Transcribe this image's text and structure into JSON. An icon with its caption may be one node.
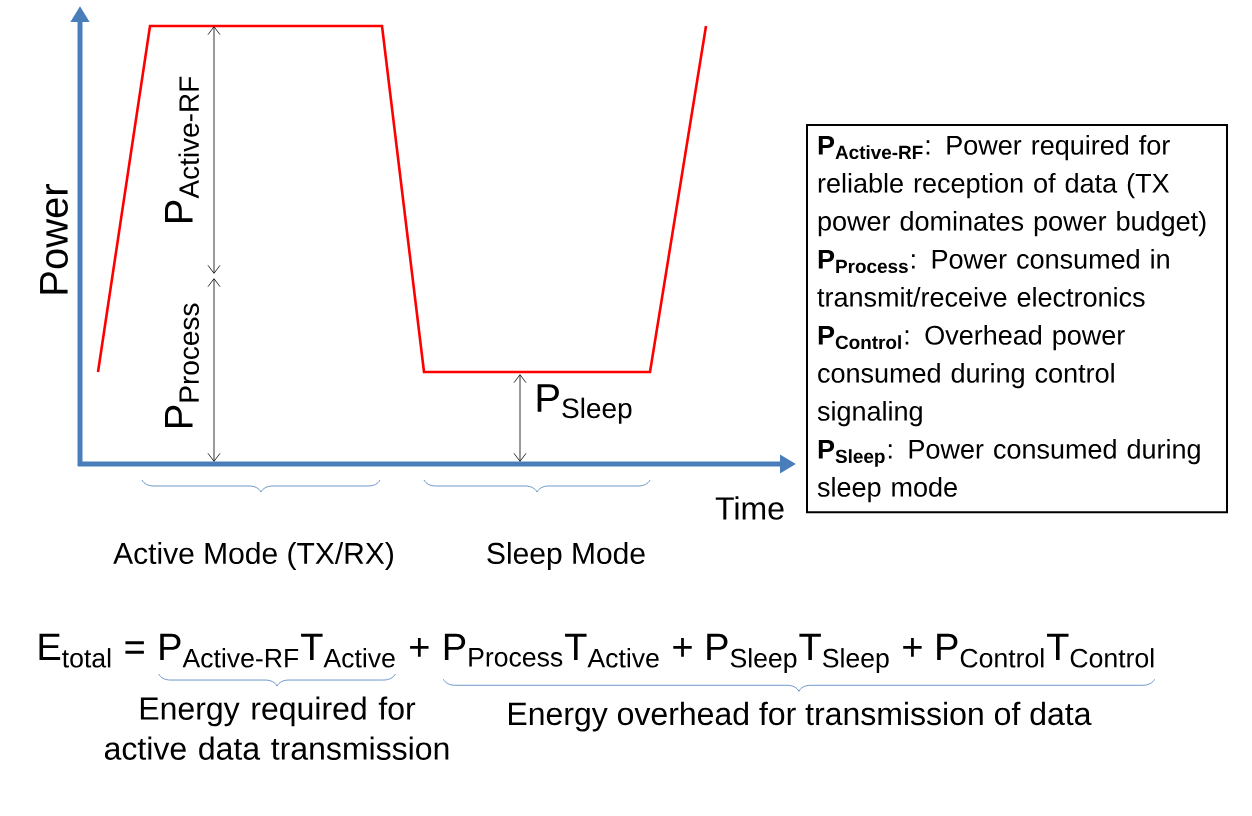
{
  "diagram": {
    "nodes": [
      {
        "text": [
          "**P$_{Active-RF}$**: Power required for reliable reception of data (TX power dominates power budget)",
          "**P$_{Process}$**: Power consumed in transmit/receive electronics",
          "**P$_{Control}$**: Overhead power consumed during control signaling",
          "**P$_{Sleep}$**: Power consumed during sleep mode"
        ]
      }
    ],
    "labels": [
      "Power",
      "P$_{Active-RF}$",
      "P$_{Process}$",
      "P$_{Sleep}$",
      "Time",
      "Active Mode (TX/RX)",
      "Sleep Mode",
      "\\text{E}_{\\text{total}}\\text{ = }",
      "\\text{P}_{\\text{Active-RF}}\\text{T}_{\\text{Active}}",
      "\\text{ + }",
      "\\text{P}_{\\text{Process}}\\text{T}_{\\text{Active}}\\text{ + P}_{\\text{Sleep}}\\text{T}_{\\text{Sleep}}\\text{ + P}_{\\text{Control}}\\text{T}_{\\text{Control}}",
      "Energy required for active data transmission",
      "Energy overhead for transmission of data"
    ]
  }
}
